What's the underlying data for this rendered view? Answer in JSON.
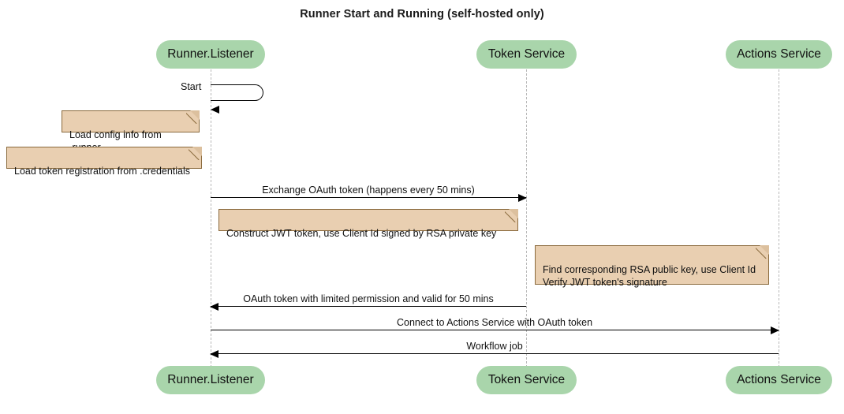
{
  "diagram": {
    "title": "Runner Start and Running (self-hosted only)",
    "type": "sequence-diagram",
    "colors": {
      "participant_fill": "#a9d5ab",
      "note_fill": "#e9cfb1",
      "note_border": "#8a6a3d",
      "lifeline": "#b9b9b9",
      "arrow": "#000000"
    },
    "participants": [
      {
        "id": "runner",
        "label": "Runner.Listener"
      },
      {
        "id": "token",
        "label": "Token Service"
      },
      {
        "id": "actions",
        "label": "Actions Service"
      }
    ],
    "messages": [
      {
        "id": "m1",
        "label": "Start",
        "from": "runner",
        "to": "runner",
        "kind": "self"
      },
      {
        "id": "m2",
        "label": "Exchange OAuth token (happens every 50 mins)",
        "from": "runner",
        "to": "token",
        "direction": "right"
      },
      {
        "id": "m3",
        "label": "OAuth token with limited permission and valid for 50 mins",
        "from": "token",
        "to": "runner",
        "direction": "left"
      },
      {
        "id": "m4",
        "label": "Connect to Actions Service with OAuth token",
        "from": "runner",
        "to": "actions",
        "direction": "right"
      },
      {
        "id": "m5",
        "label": "Workflow job",
        "from": "actions",
        "to": "runner",
        "direction": "left"
      }
    ],
    "notes": [
      {
        "id": "n1",
        "text": "Load config info from .runner"
      },
      {
        "id": "n2",
        "text": "Load token registration from .credentials"
      },
      {
        "id": "n3",
        "text": "Construct JWT token, use Client Id signed by RSA private key"
      },
      {
        "id": "n4",
        "text": "Find corresponding RSA public key, use Client Id\nVerify JWT token's signature"
      }
    ]
  }
}
